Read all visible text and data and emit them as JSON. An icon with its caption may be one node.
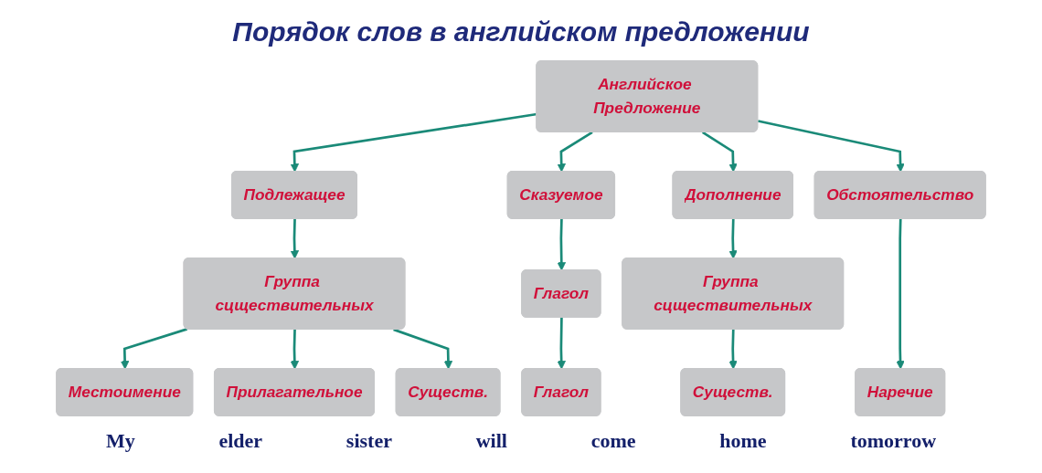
{
  "diagram": {
    "title": "Порядок слов в английском предложении",
    "nodes": [
      {
        "text": [
          "Английское Предложение"
        ]
      },
      {
        "text": [
          "Подлежащее"
        ]
      },
      {
        "text": [
          "Сказуемое"
        ]
      },
      {
        "text": [
          "Дополнение"
        ]
      },
      {
        "text": [
          "Обстоятельство"
        ]
      },
      {
        "text": [
          "Группа сцществительных"
        ]
      },
      {
        "text": [
          "Глагол"
        ]
      },
      {
        "text": [
          "Группа сцществительных"
        ]
      },
      {
        "text": [
          "Местоимение"
        ]
      },
      {
        "text": [
          "Прилагательное"
        ]
      },
      {
        "text": [
          "Существ."
        ]
      },
      {
        "text": [
          "Глагол"
        ]
      },
      {
        "text": [
          "Существ."
        ]
      },
      {
        "text": [
          "Наречие"
        ]
      }
    ],
    "edges": [
      {
        "from": 0,
        "to": 1,
        "arrow": "to"
      },
      {
        "from": 0,
        "to": 2,
        "arrow": "to"
      },
      {
        "from": 0,
        "to": 3,
        "arrow": "to"
      },
      {
        "from": 0,
        "to": 4,
        "arrow": "to"
      },
      {
        "from": 1,
        "to": 5,
        "arrow": "to"
      },
      {
        "from": 2,
        "to": 6,
        "arrow": "to"
      },
      {
        "from": 3,
        "to": 7,
        "arrow": "to"
      },
      {
        "from": 4,
        "to": 13,
        "arrow": "to"
      },
      {
        "from": 5,
        "to": 8,
        "arrow": "to"
      },
      {
        "from": 5,
        "to": 9,
        "arrow": "to"
      },
      {
        "from": 5,
        "to": 10,
        "arrow": "to"
      },
      {
        "from": 6,
        "to": 11,
        "arrow": "to"
      },
      {
        "from": 7,
        "to": 12,
        "arrow": "to"
      }
    ],
    "labels": [
      "My",
      "elder",
      "sister",
      "will",
      "come",
      "home",
      "tomorrow"
    ]
  }
}
